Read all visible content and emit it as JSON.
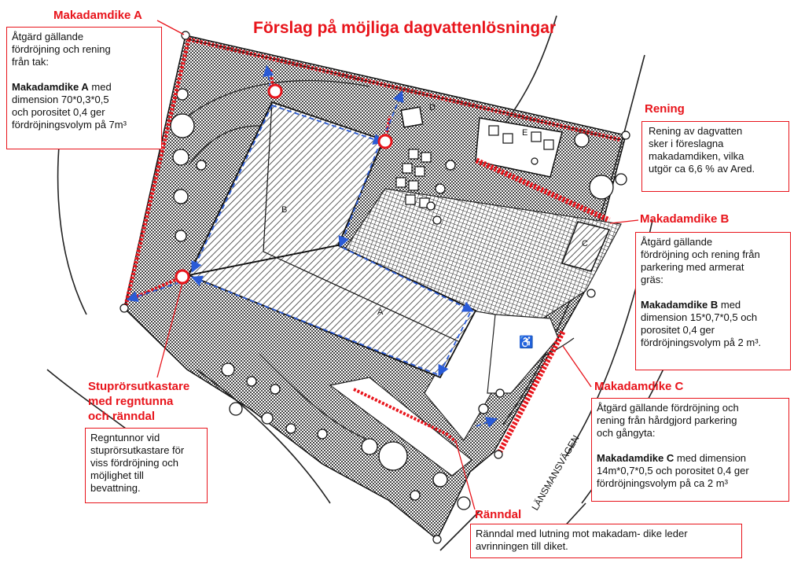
{
  "title": "Förslag på möjliga dagvattenlösningar",
  "street_label": "LÄNSMANSVÄGEN",
  "building_labels": [
    "A",
    "B",
    "C",
    "D",
    "E"
  ],
  "parking_symbol": "♿",
  "colors": {
    "accent": "#e8141b",
    "flow": "#2a5bd7"
  },
  "callouts": {
    "a": {
      "heading": "Makadamdike A",
      "line1": "Åtgärd gällande",
      "line2": "fördröjning och rening",
      "line3": "från tak:",
      "bold": "Makadamdike A",
      "line4_rest": " med",
      "line5": "dimension 70*0,3*0,5",
      "line6": "och porositet 0,4 ger",
      "line7": "fördröjningsvolym på 7m³"
    },
    "rening": {
      "heading": "Rening",
      "line1": "Rening av dagvatten",
      "line2": "sker i föreslagna",
      "line3": "makadamdiken, vilka",
      "line4": "utgör ca 6,6 % av Ared."
    },
    "b": {
      "heading": "Makadamdike B",
      "line1": "Åtgärd gällande",
      "line2": "fördröjning och rening från",
      "line3": "parkering med armerat",
      "line4": "gräs:",
      "bold": "Makadamdike B",
      "line5_rest": " med",
      "line6": "dimension 15*0,7*0,5 och",
      "line7": "porositet 0,4 ger",
      "line8": "fördröjningsvolym på 2 m³."
    },
    "c": {
      "heading": "Makadamdike C",
      "line1": "Åtgärd gällande fördröjning och",
      "line2": "rening från hårdgjord parkering",
      "line3": "och gångyta:",
      "bold": "Makadamdike C",
      "line4_rest": " med dimension",
      "line5": "14m*0,7*0,5 och porositet 0,4 ger",
      "line6": "fördröjningsvolym på ca 2 m³"
    },
    "stupror": {
      "heading1": "Stuprörsutkastare",
      "heading2": "med regntunna",
      "heading3": "och ränndal",
      "line1": "Regntunnor vid",
      "line2": "stuprörsutkastare för",
      "line3": "viss fördröjning och",
      "line4": "möjlighet till",
      "line5": "bevattning."
    },
    "ranndal": {
      "heading": "Ränndal",
      "line1": "Ränndal med lutning mot makadam- dike leder",
      "line2": "avrinningen till diket."
    }
  }
}
